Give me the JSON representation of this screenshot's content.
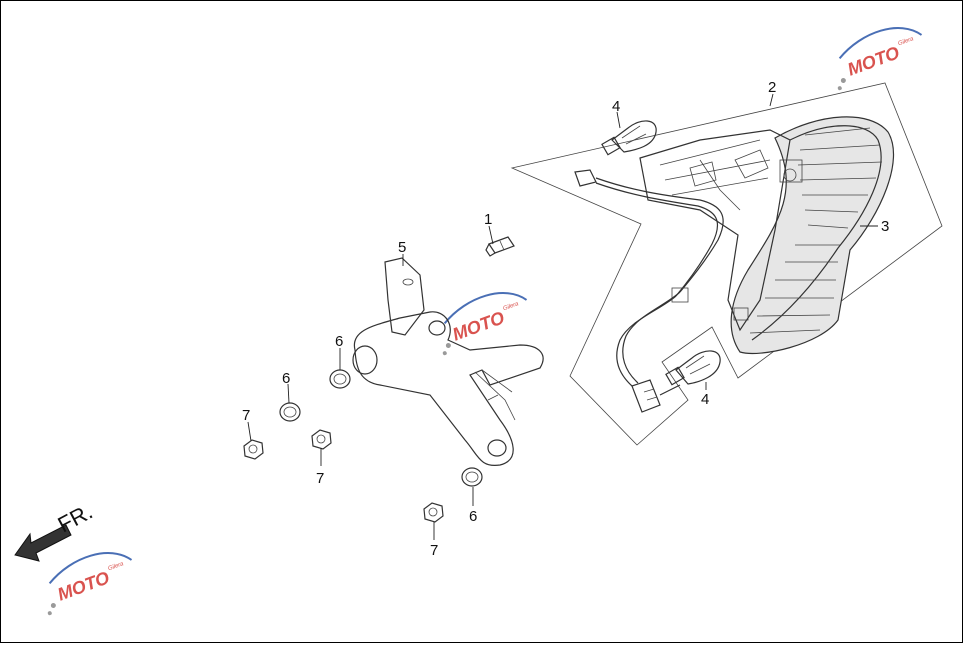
{
  "callouts": [
    {
      "id": "c1",
      "text": "1"
    },
    {
      "id": "c2",
      "text": "2"
    },
    {
      "id": "c3",
      "text": "3"
    },
    {
      "id": "c4a",
      "text": "4"
    },
    {
      "id": "c4b",
      "text": "4"
    },
    {
      "id": "c5",
      "text": "5"
    },
    {
      "id": "c6a",
      "text": "6"
    },
    {
      "id": "c6b",
      "text": "6"
    },
    {
      "id": "c6c",
      "text": "6"
    },
    {
      "id": "c7a",
      "text": "7"
    },
    {
      "id": "c7b",
      "text": "7"
    },
    {
      "id": "c7c",
      "text": "7"
    }
  ],
  "direction": {
    "label": "FR."
  },
  "watermark": {
    "main": "MOTO",
    "sub": "Gilera"
  },
  "colors": {
    "line": "#333333",
    "watermark_red": "#d9534f",
    "watermark_blue": "#4a6fb5",
    "watermark_gray": "#9a9a9a"
  }
}
